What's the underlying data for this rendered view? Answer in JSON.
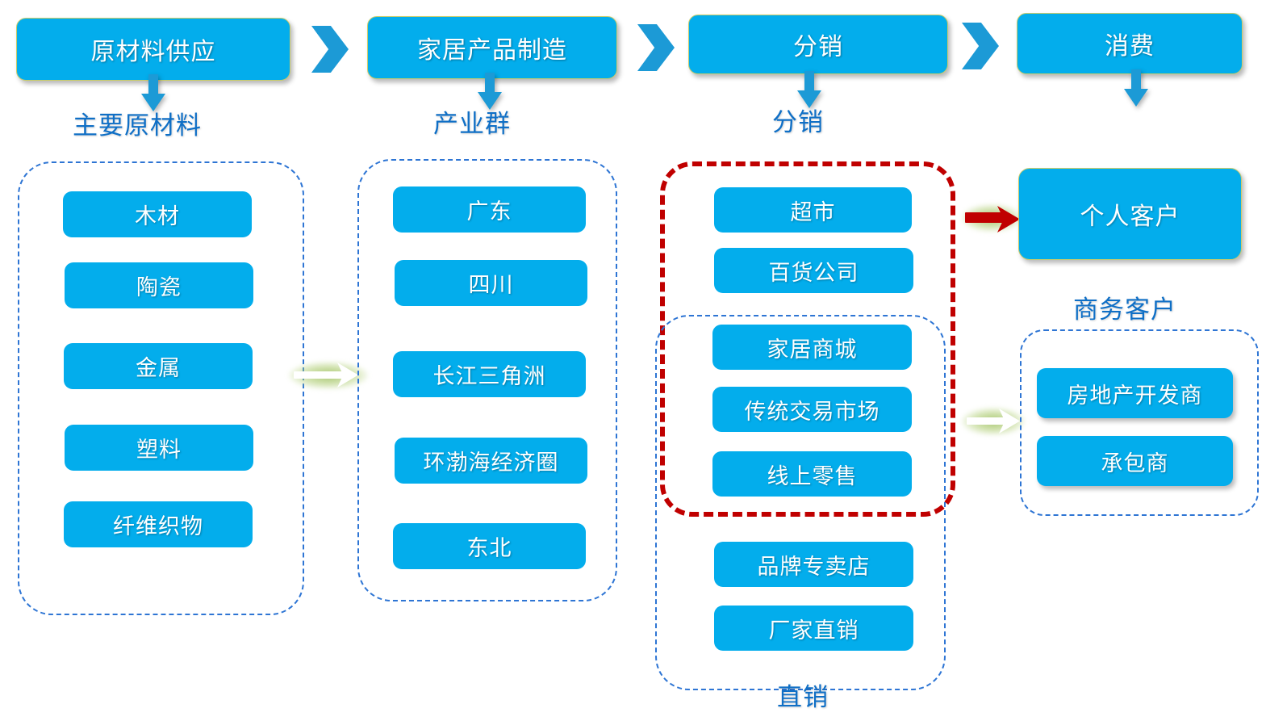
{
  "stages": [
    {
      "label": "原材料供应",
      "caption": "主要原材料"
    },
    {
      "label": "家居产品制造",
      "caption": "产业群"
    },
    {
      "label": "分销",
      "caption": "分销"
    },
    {
      "label": "消费",
      "caption": ""
    }
  ],
  "columns": {
    "raw_materials": {
      "caption": "主要原材料",
      "items": [
        "木材",
        "陶瓷",
        "金属",
        "塑料",
        "纤维织物"
      ]
    },
    "industrial_clusters": {
      "caption": "产业群",
      "items": [
        "广东",
        "四川",
        "长江三角洲",
        "环渤海经济圈",
        "东北"
      ]
    },
    "distribution": {
      "caption": "分销",
      "retail_group_items": [
        "超市",
        "百货公司"
      ],
      "direct_sales_label": "直销",
      "direct_sales_items": [
        "家居商城",
        "传统交易市场",
        "线上零售",
        "品牌专卖店",
        "厂家直销"
      ]
    },
    "consumption": {
      "individual_customer": "个人客户",
      "business_customer_label": "商务客户",
      "business_customer_items": [
        "房地产开发商",
        "承包商"
      ]
    }
  },
  "colors": {
    "box_blue": "#03ADEC",
    "box_border": "#C9CC6B",
    "label_blue": "#0F6FC6",
    "dashed_blue": "#2E75D4",
    "dashdot_red": "#C00000",
    "arrow_glow_green": "#9BBE5A",
    "chevron_blue": "#1C9AD6"
  }
}
